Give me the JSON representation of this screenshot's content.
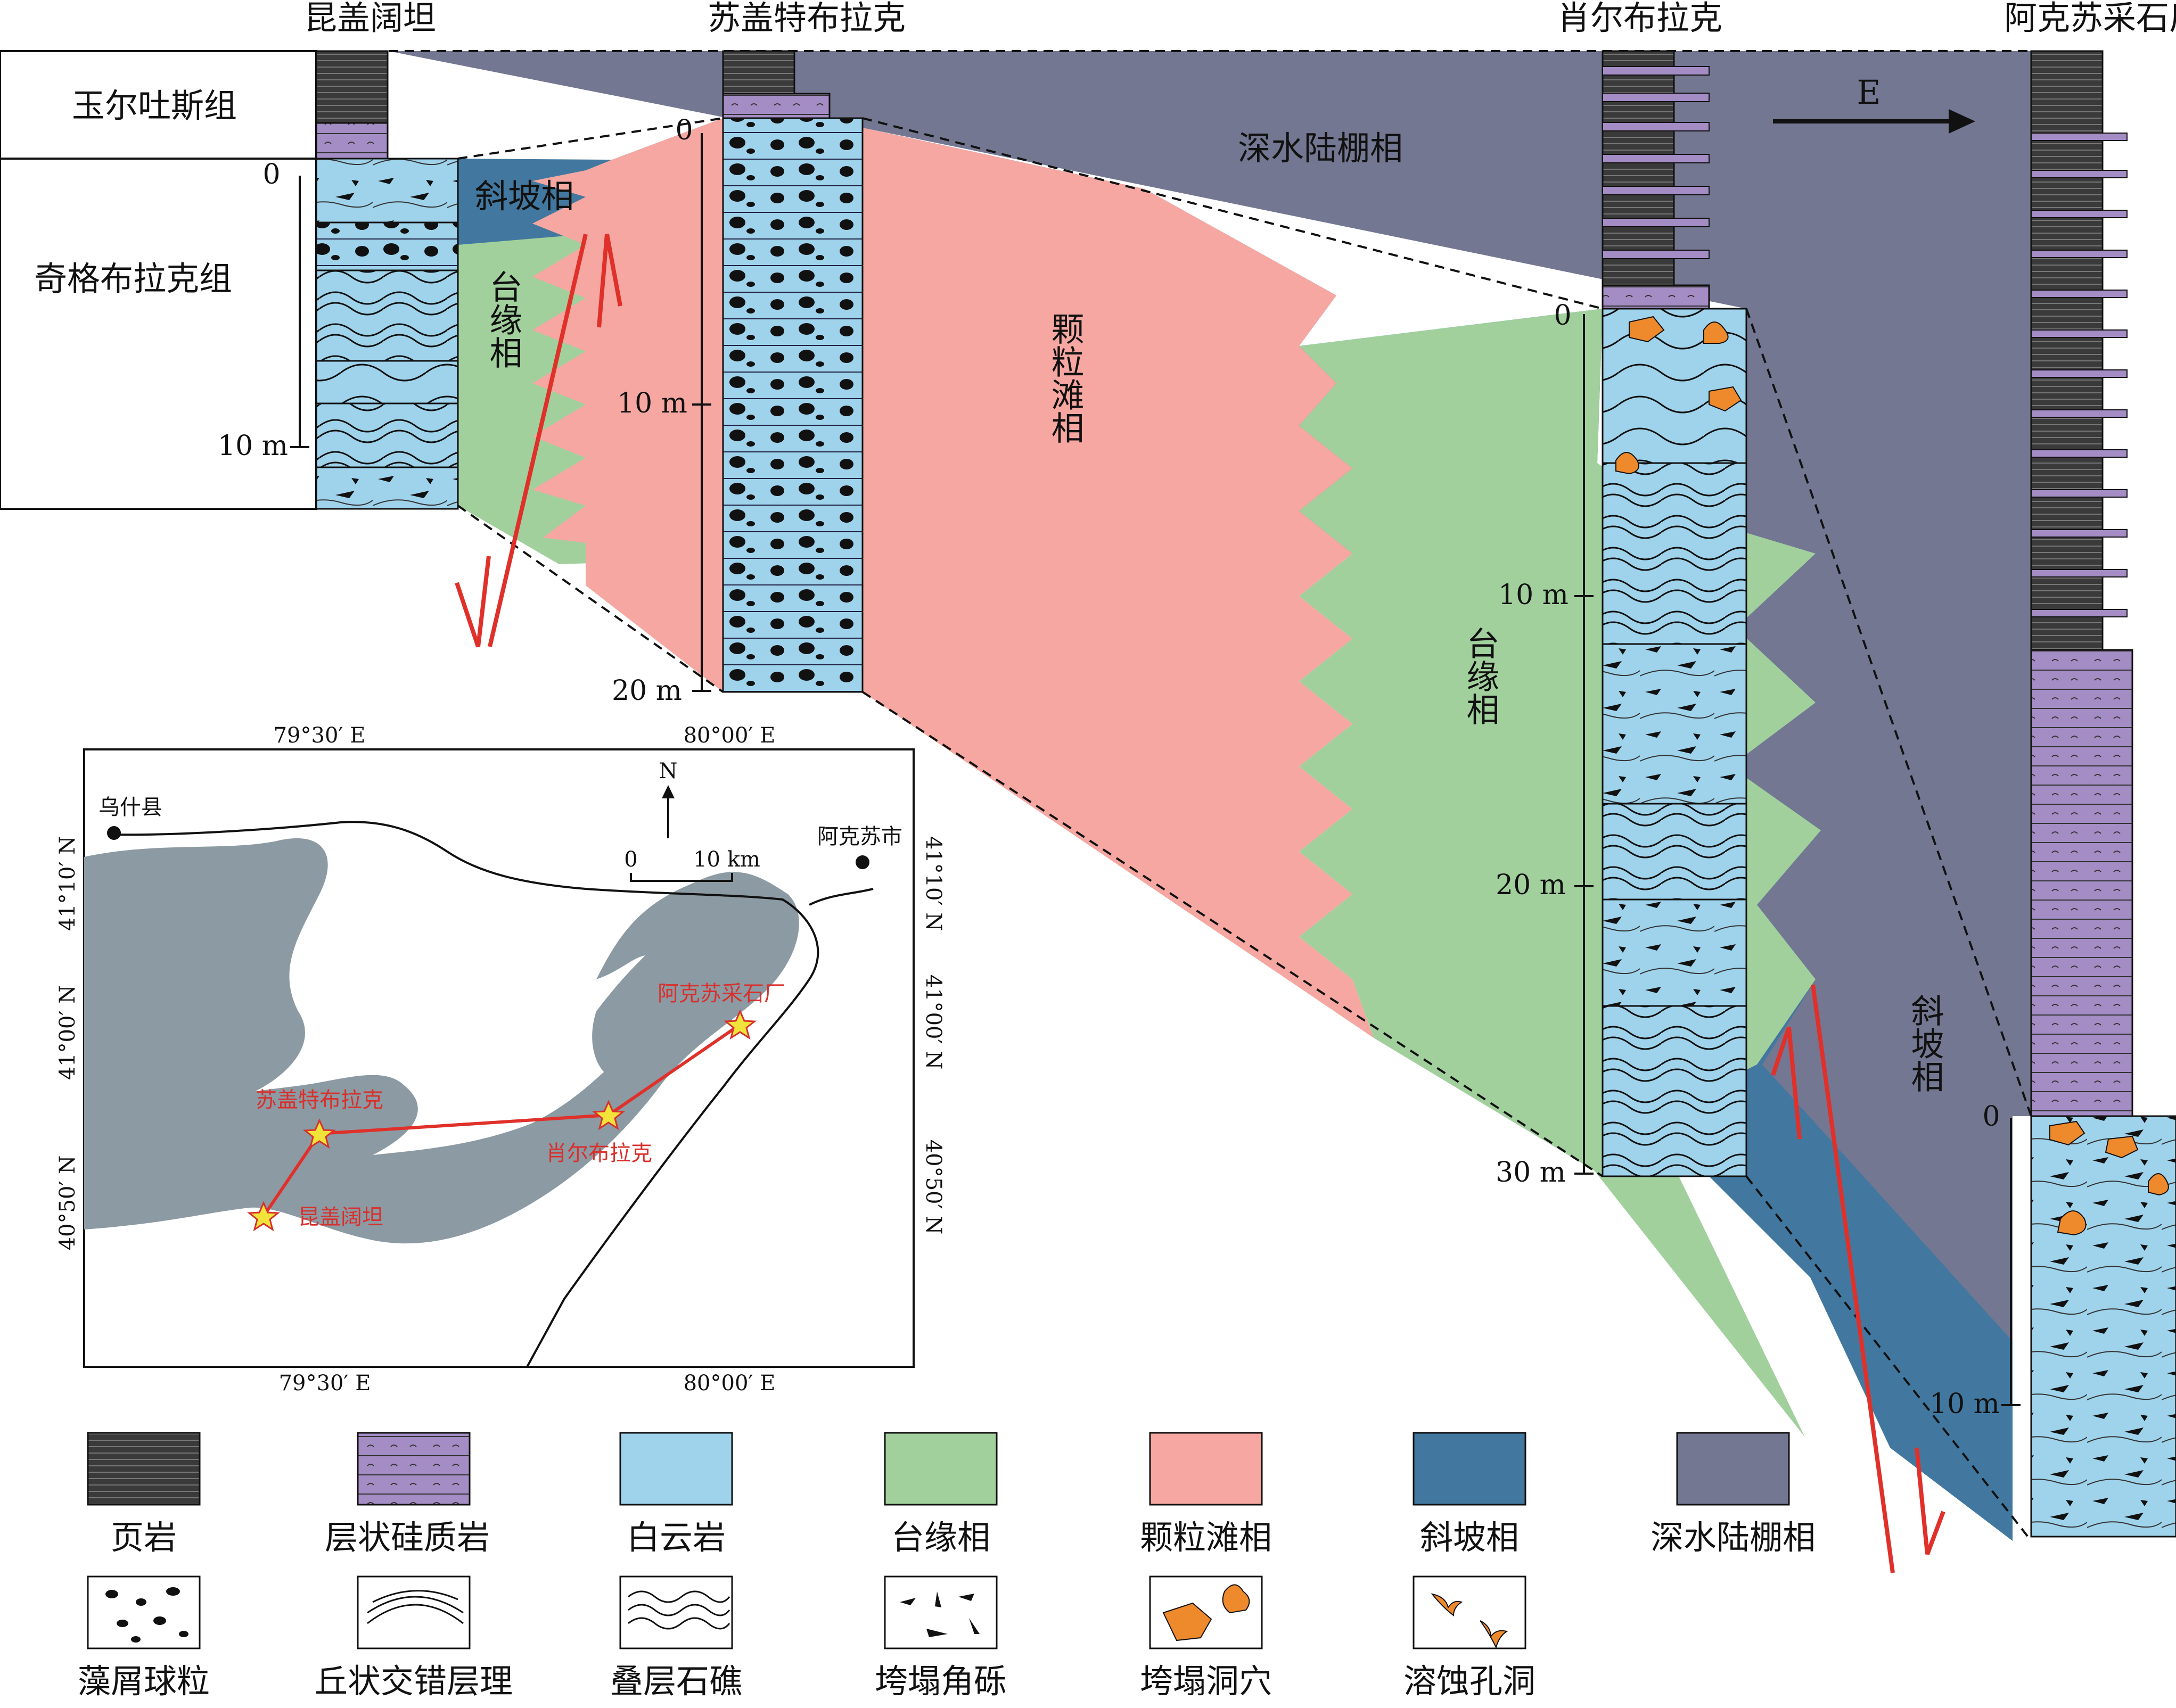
{
  "colors": {
    "shale": "#3a3a3a",
    "siliceous": "#a48cc4",
    "dolomite": "#9fd3ec",
    "platform_margin": "#a1d09d",
    "grain_shoal": "#f6a7a1",
    "slope": "#42789f",
    "deep_shelf": "#737791",
    "fault": "#e0302a",
    "map_land": "#8c9aa3"
  },
  "sections": [
    {
      "name": "昆盖阔坦"
    },
    {
      "name": "苏盖特布拉克"
    },
    {
      "name": "肖尔布拉克"
    },
    {
      "name": "阿克苏采石厂"
    }
  ],
  "formations": {
    "upper": "玉尔吐斯组",
    "lower": "奇格布拉克组"
  },
  "facies_labels": {
    "slope_1": "斜坡相",
    "margin_1": "台缘相",
    "shoal": "颗粒滩相",
    "deep_shelf": "深水陆棚相",
    "margin_2": "台缘相",
    "slope_2": "斜坡相"
  },
  "direction": "E",
  "scales": {
    "s1": {
      "zero": "0",
      "ten": "10 m"
    },
    "s2": {
      "zero": "0",
      "ten": "10 m",
      "twenty": "20 m"
    },
    "s3": {
      "zero": "0",
      "ten": "10 m",
      "twenty": "20 m",
      "thirty": "30 m"
    },
    "s4": {
      "zero": "0",
      "ten": "10 m"
    }
  },
  "map": {
    "lon_left": "79°30′ E",
    "lon_right": "80°00′ E",
    "lat_1010": "41°10′ N",
    "lat_1000": "41°00′ N",
    "lat_0050": "40°50′ N",
    "north": "N",
    "scale_zero": "0",
    "scale_ten": "10 km",
    "city_wushi": "乌什县",
    "city_aksu": "阿克苏市",
    "site_kgkt": "昆盖阔坦",
    "site_sgtblk": "苏盖特布拉克",
    "site_xeblk": "肖尔布拉克",
    "site_aksu": "阿克苏采石厂"
  },
  "legend": {
    "row1": [
      "页岩",
      "层状硅质岩",
      "白云岩",
      "台缘相",
      "颗粒滩相",
      "斜坡相",
      "深水陆棚相"
    ],
    "row2": [
      "藻屑球粒",
      "丘状交错层理",
      "叠层石礁",
      "垮塌角砾",
      "垮塌洞穴",
      "溶蚀孔洞"
    ]
  }
}
